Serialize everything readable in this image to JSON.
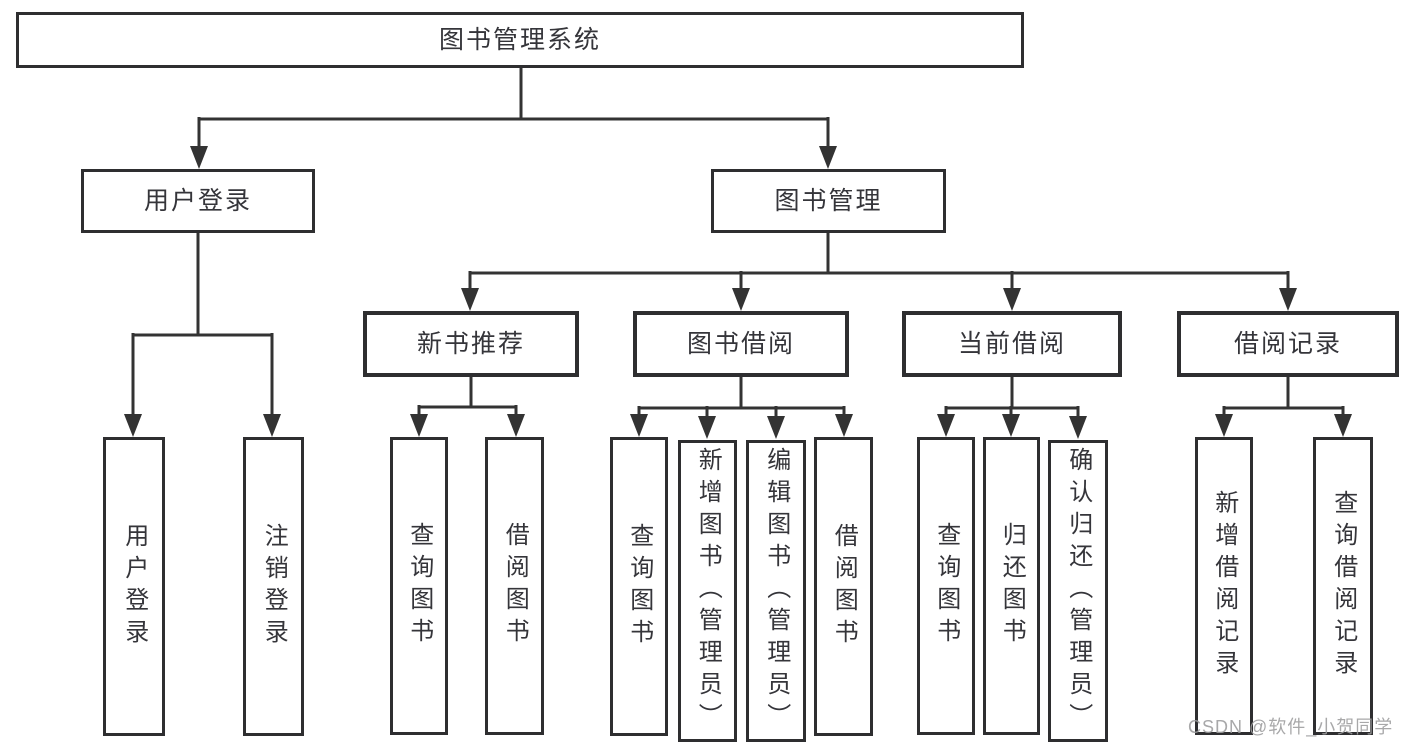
{
  "tree": {
    "label": "图书管理系统",
    "children": [
      {
        "label": "用户登录",
        "children": [
          {
            "label": "用户登录"
          },
          {
            "label": "注销登录"
          }
        ]
      },
      {
        "label": "图书管理",
        "children": [
          {
            "label": "新书推荐",
            "children": [
              {
                "label": "查询图书"
              },
              {
                "label": "借阅图书"
              }
            ]
          },
          {
            "label": "图书借阅",
            "children": [
              {
                "label": "查询图书"
              },
              {
                "label": "新增图书（管理员）"
              },
              {
                "label": "编辑图书（管理员）"
              },
              {
                "label": "借阅图书"
              }
            ]
          },
          {
            "label": "当前借阅",
            "children": [
              {
                "label": "查询图书"
              },
              {
                "label": "归还图书"
              },
              {
                "label": "确认归还（管理员）"
              }
            ]
          },
          {
            "label": "借阅记录",
            "children": [
              {
                "label": "新增借阅记录"
              },
              {
                "label": "查询借阅记录"
              }
            ]
          }
        ]
      }
    ]
  },
  "watermark": "CSDN @软件_小贺同学",
  "colors": {
    "line": "#333333",
    "box_border": "#2e2e30",
    "text": "#35353a",
    "background": "#ffffff",
    "watermark": "#9e9ea0"
  }
}
